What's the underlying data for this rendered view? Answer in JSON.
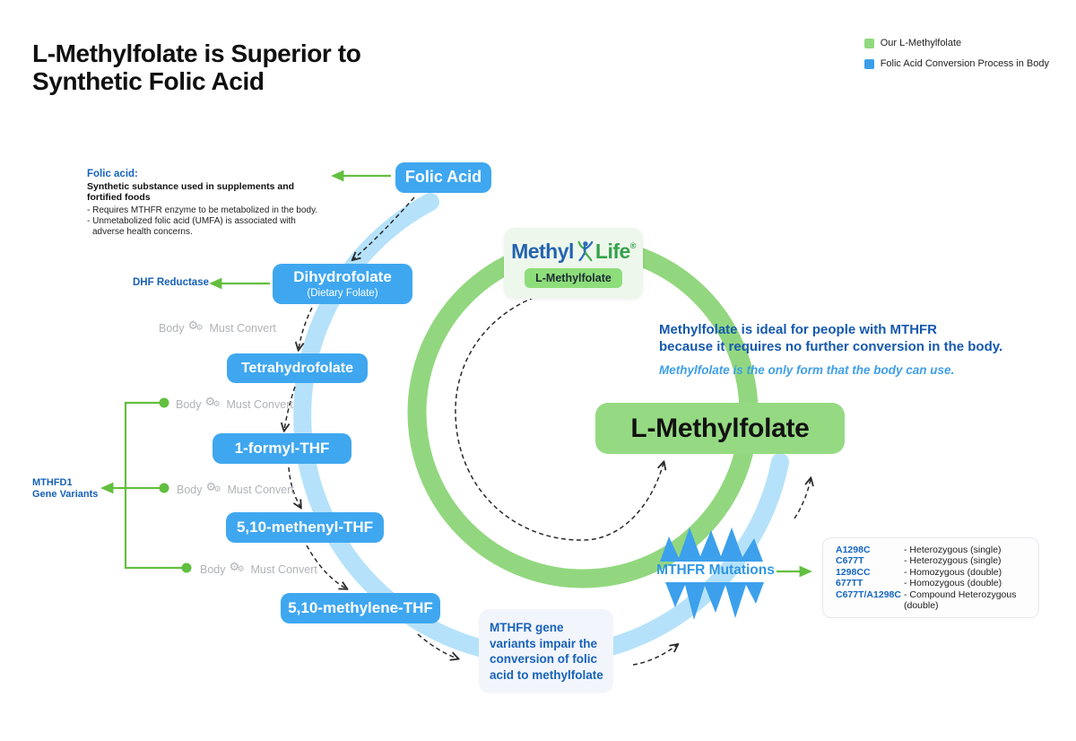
{
  "title": {
    "line1": "L-Methylfolate is Superior to",
    "line2": "Synthetic Folic Acid"
  },
  "legend": {
    "items": [
      {
        "label": "Our L-Methylfolate",
        "color": "#90d97e"
      },
      {
        "label": "Folic Acid Conversion Process in Body",
        "color": "#3a9fe8"
      }
    ]
  },
  "logo": {
    "part1": "Methyl",
    "part2": "Life",
    "reg": "®",
    "badge": "L-Methylfolate"
  },
  "pathway": {
    "boxes": [
      {
        "label": "Folic Acid"
      },
      {
        "label": "Dihydrofolate",
        "sublabel": "(Dietary Folate)"
      },
      {
        "label": "Tetrahydrofolate"
      },
      {
        "label": "1-formyl-THF"
      },
      {
        "label": "5,10-methenyl-THF"
      },
      {
        "label": "5,10-methylene-THF"
      }
    ],
    "body_convert": {
      "pre": "Body",
      "post": "Must Convert",
      "gear_icon": "⚙"
    }
  },
  "result": {
    "label": "L-Methylfolate"
  },
  "annotations": {
    "folic_acid": {
      "title": "Folic acid:",
      "subtitle": "Synthetic substance used in supplements and fortified foods",
      "bullet1": "- Requires MTHFR enzyme to be metabolized in the body.",
      "bullet2": "- Unmetabolized folic acid (UMFA) is associated with",
      "bullet2_cont": "adverse health concerns."
    },
    "dhf_reductase": "DHF Reductase",
    "mthfd1": {
      "line1": "MTHFD1",
      "line2": "Gene Variants"
    },
    "right_note": {
      "line1": "Methylfolate is ideal for people with MTHFR",
      "line2": "because it requires no further conversion in the body.",
      "emphasis": "Methylfolate is the only form that the body can use."
    },
    "mutations_label": "MTHFR Mutations",
    "mutations": [
      {
        "code": "A1298C",
        "desc": "- Heterozygous (single)"
      },
      {
        "code": "C677T",
        "desc": "- Heterozygous (single)"
      },
      {
        "code": "1298CC",
        "desc": "- Homozygous (double)"
      },
      {
        "code": "677TT",
        "desc": "- Homozygous (double)"
      },
      {
        "code": "C677T/A1298C",
        "desc": "- Compound Heterozygous (double)"
      }
    ],
    "gene_note": "MTHFR gene variants impair the conversion of folic acid to methylfolate"
  },
  "colors": {
    "pathway_blue": "#3fa7f0",
    "arc_blue": "#b5e2fa",
    "ring_green": "#92d77f",
    "result_green": "#95da83",
    "arrow_green": "#63bf3f",
    "text_blue": "#1660b8"
  }
}
